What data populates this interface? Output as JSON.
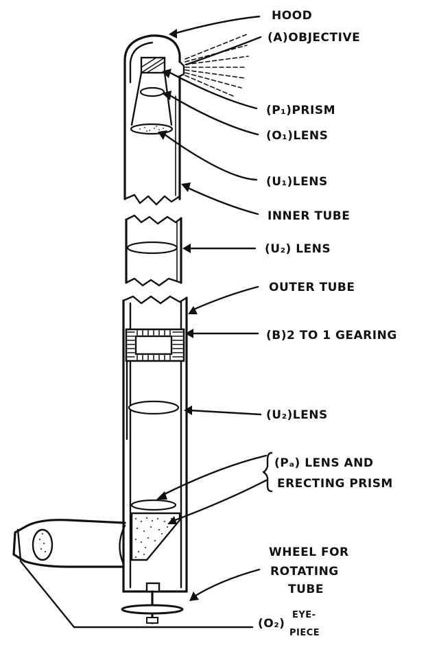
{
  "labels": {
    "hood": "HOOD",
    "objective": "(A)OBJECTIVE",
    "prism1": "(P₁)PRISM",
    "lens_o1": "(O₁)LENS",
    "lens_u1": "(U₁)LENS",
    "inner_tube": "INNER TUBE",
    "lens_u2_upper": "(U₂) LENS",
    "outer_tube": "OUTER TUBE",
    "gearing": "(B)2 TO 1 GEARING",
    "lens_u2_lower": "(U₂)LENS",
    "erecting_line1": "(Pₐ) LENS AND",
    "erecting_line2": "ERECTING PRISM",
    "wheel_line1": "WHEEL FOR",
    "wheel_line2": "ROTATING",
    "wheel_line3": "TUBE",
    "eyepiece_prefix": "(O₂)",
    "eyepiece_line1": "EYE-",
    "eyepiece_line2": "PIECE"
  }
}
